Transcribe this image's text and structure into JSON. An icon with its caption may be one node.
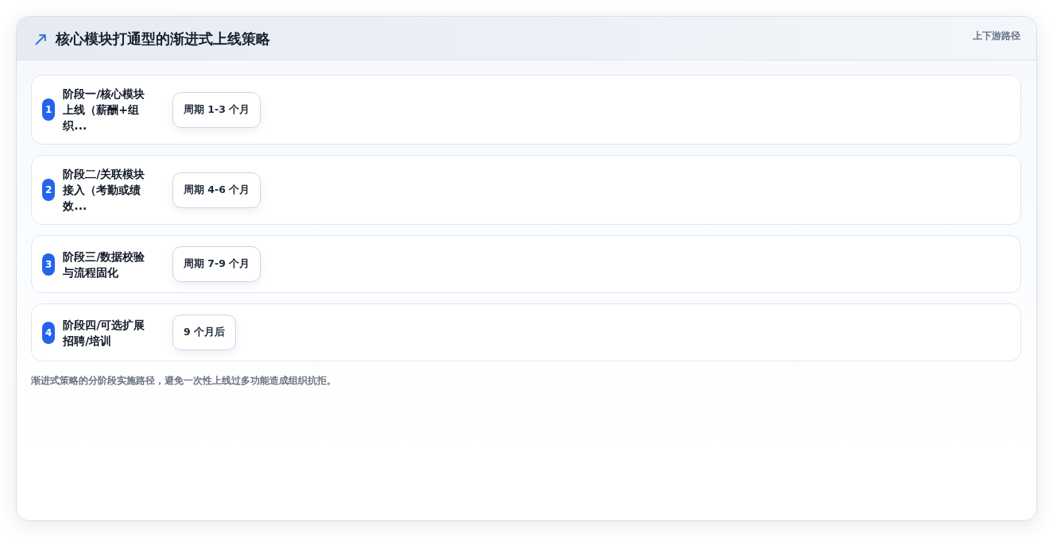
{
  "diagram": {
    "title": "核心模块打通型的渐进式上线策略",
    "caption": "渐进式策略的分阶段实施路径，避免一次性上线过多功能造成组织抗拒。",
    "nodes": [
      {
        "text": [
          "阶段一/核心模块上线（薪酬+组织..."
        ]
      },
      {
        "text": [
          "1"
        ],
        "in": 0
      },
      {
        "text": [
          "周期 1-3 个月"
        ],
        "in": 0
      },
      {
        "text": [
          "阶段二/关联模块接入（考勤或绩效..."
        ]
      },
      {
        "text": [
          "2"
        ],
        "in": 3
      },
      {
        "text": [
          "周期 4-6 个月"
        ],
        "in": 3
      },
      {
        "text": [
          "阶段三/数据校验与流程固化"
        ]
      },
      {
        "text": [
          "3"
        ],
        "in": 6
      },
      {
        "text": [
          "周期 7-9 个月"
        ],
        "in": 6
      },
      {
        "text": [
          "阶段四/可选扩展招聘/培训"
        ]
      },
      {
        "text": [
          "4"
        ],
        "in": 9
      },
      {
        "text": [
          "9 个月后"
        ],
        "in": 9
      }
    ],
    "labels": [
      "上下游路径"
    ]
  }
}
